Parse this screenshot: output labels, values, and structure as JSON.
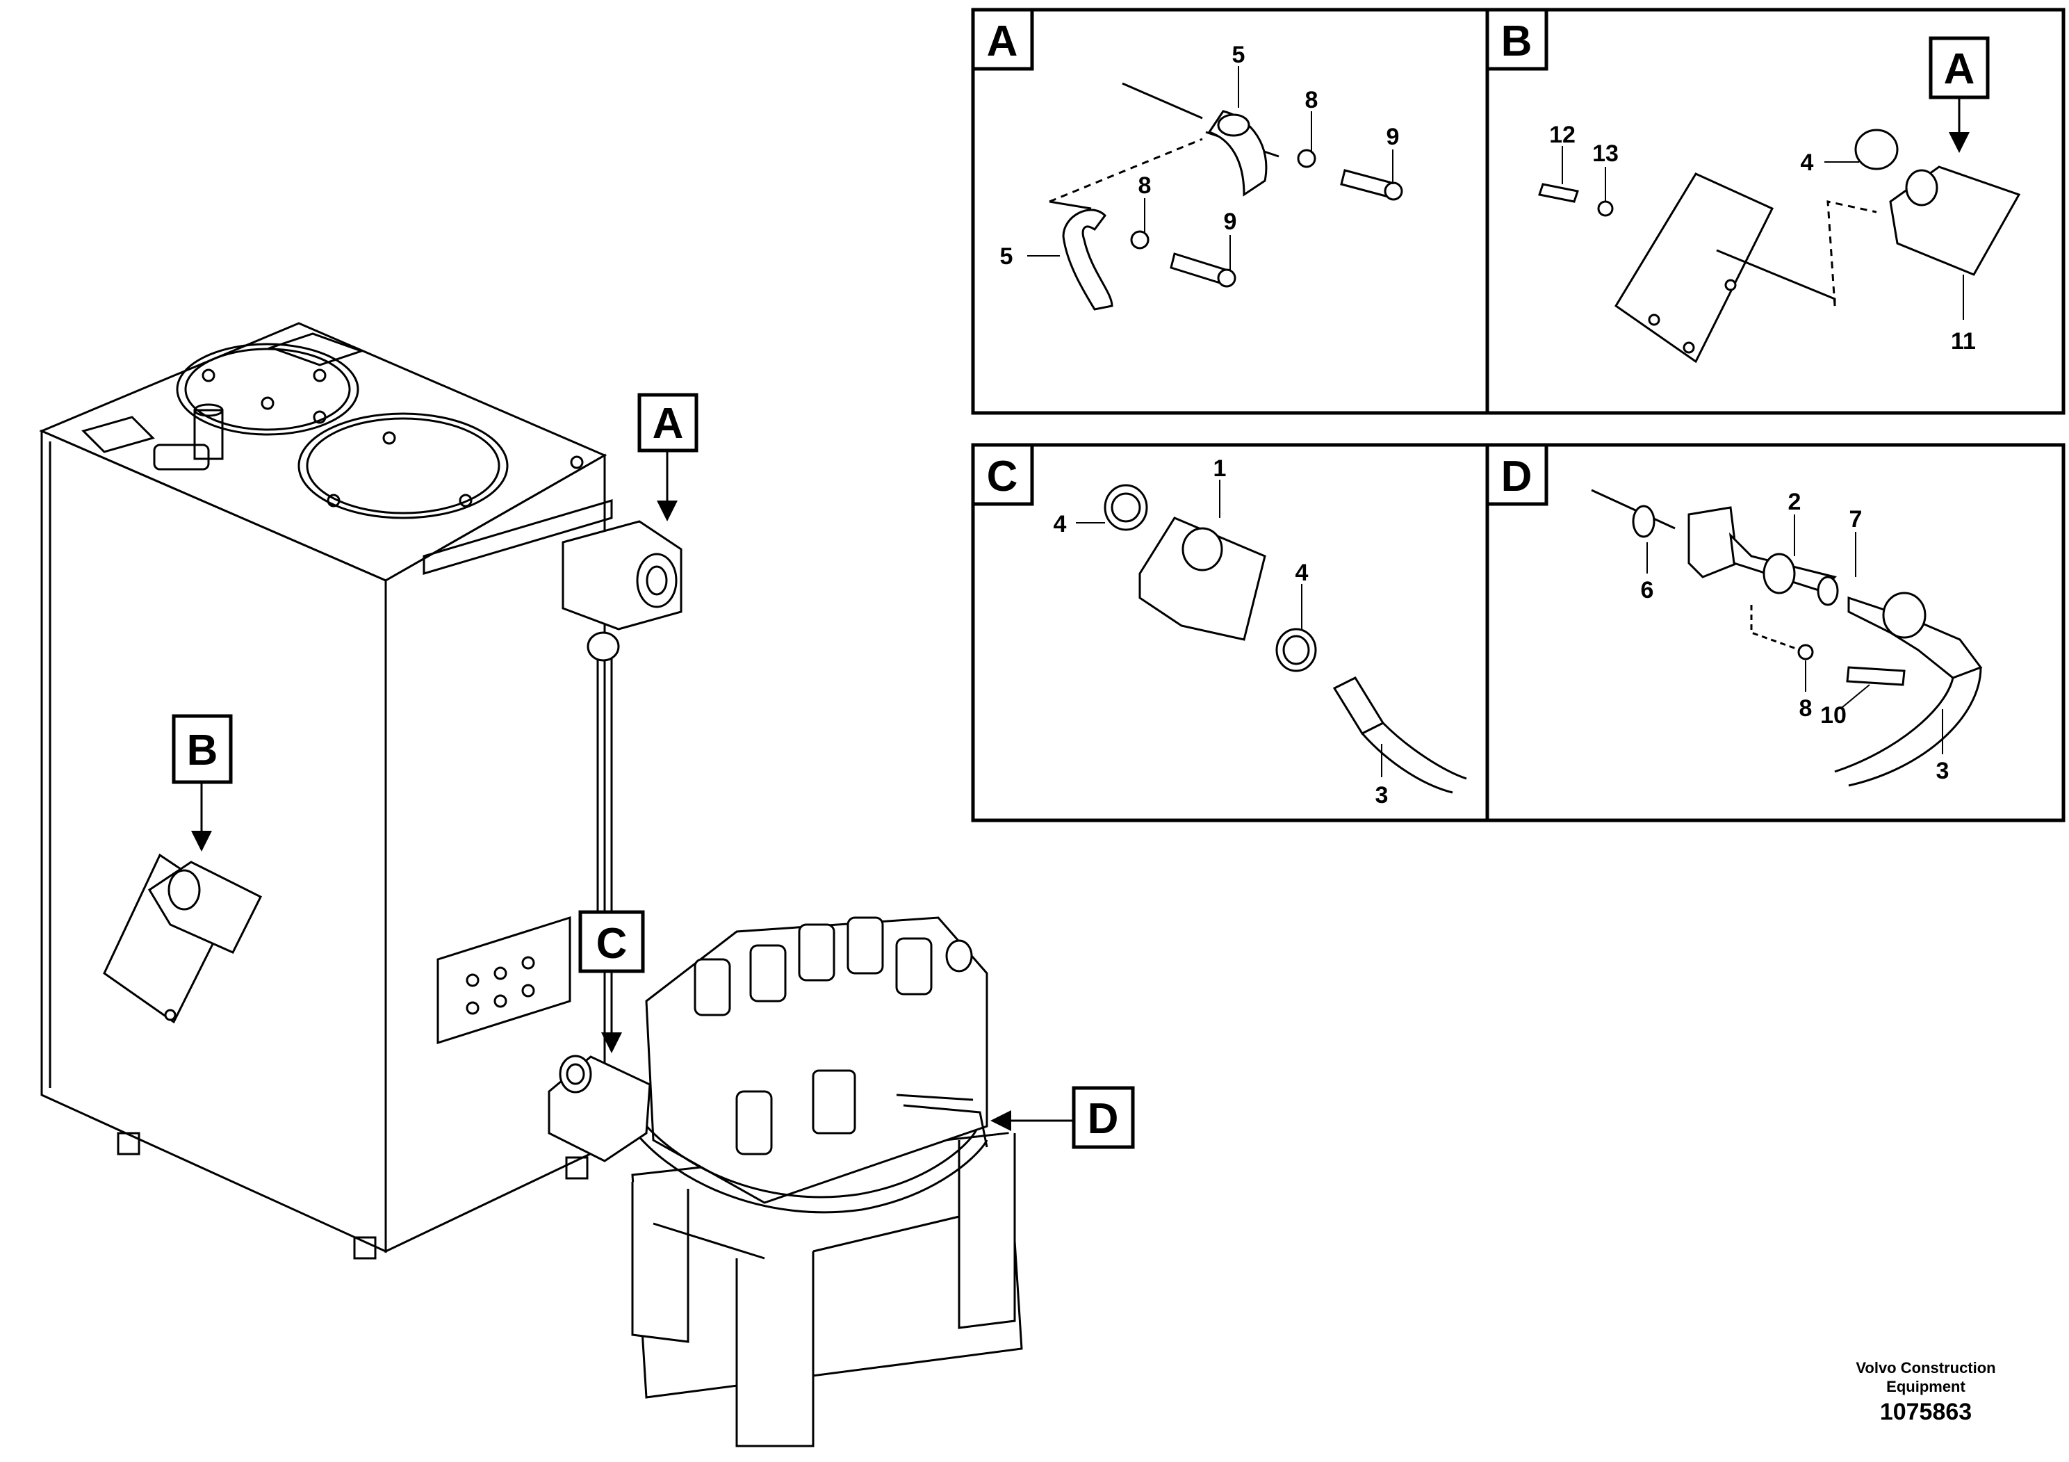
{
  "callouts": {
    "main_A": "A",
    "main_B": "B",
    "main_C": "C",
    "main_D": "D"
  },
  "panels": {
    "A": {
      "label": "A",
      "parts": [
        "5",
        "8",
        "9",
        "5",
        "8",
        "9"
      ]
    },
    "B": {
      "label": "B",
      "inner_label": "A",
      "parts": [
        "12",
        "13",
        "4",
        "11"
      ]
    },
    "C": {
      "label": "C",
      "parts": [
        "1",
        "4",
        "4",
        "3"
      ]
    },
    "D": {
      "label": "D",
      "parts": [
        "2",
        "7",
        "6",
        "8",
        "10",
        "3"
      ]
    }
  },
  "footer": {
    "credit_line1": "Volvo Construction",
    "credit_line2": "Equipment",
    "document_number": "1075863"
  }
}
